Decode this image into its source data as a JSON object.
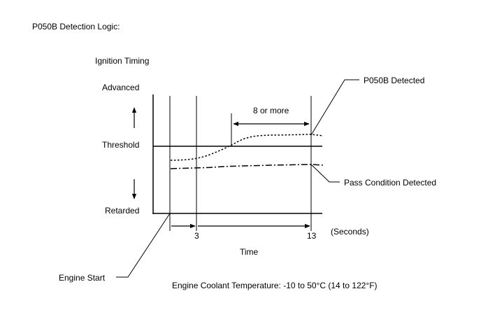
{
  "title": "P050B Detection Logic:",
  "y_axis": {
    "label": "Ignition Timing",
    "advanced": "Advanced",
    "threshold": "Threshold",
    "retarded": "Retarded"
  },
  "x_axis": {
    "label": "Time",
    "unit": "(Seconds)",
    "tick_3": "3",
    "tick_13": "13"
  },
  "annotations": {
    "duration": "8 or more",
    "detected": "P050B Detected",
    "pass": "Pass Condition Detected",
    "engine_start": "Engine Start"
  },
  "condition": "Engine Coolant Temperature: -10 to 50°C (14 to 122°F)"
}
